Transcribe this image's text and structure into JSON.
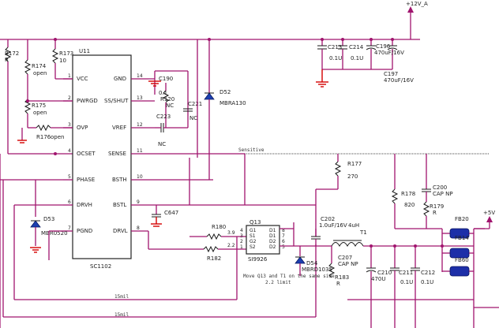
{
  "colors": {
    "wire": "#a0146e",
    "ground": "#d40000",
    "ferrite": "#1d2fa8",
    "text": "#222222"
  },
  "rails": {
    "top": "+12V_A",
    "right": "+5V"
  },
  "ic": {
    "ref": "U11",
    "part": "SC1102",
    "left_pins": [
      {
        "num": "1",
        "name": "VCC"
      },
      {
        "num": "2",
        "name": "PWRGD"
      },
      {
        "num": "3",
        "name": "OVP"
      },
      {
        "num": "4",
        "name": "OCSET"
      },
      {
        "num": "5",
        "name": "PHASE"
      },
      {
        "num": "6",
        "name": "DRVH"
      },
      {
        "num": "7",
        "name": "PGND"
      }
    ],
    "right_pins": [
      {
        "num": "14",
        "name": "GND"
      },
      {
        "num": "13",
        "name": "SS/SHUT"
      },
      {
        "num": "12",
        "name": "VREF"
      },
      {
        "num": "11",
        "name": "SENSE"
      },
      {
        "num": "10",
        "name": "BSTH"
      },
      {
        "num": "9",
        "name": "BSTL"
      },
      {
        "num": "8",
        "name": "DRVL"
      }
    ]
  },
  "mosfet": {
    "ref": "Q13",
    "part": "SI9926",
    "pins": [
      "G1",
      "S1",
      "G2",
      "S2",
      "D1",
      "D1",
      "D2",
      "D2"
    ],
    "pin_numbers": [
      "4",
      "3",
      "2",
      "1",
      "8",
      "7",
      "6",
      "5"
    ]
  },
  "resistors": [
    {
      "ref": "R172",
      "value": "R"
    },
    {
      "ref": "R173",
      "value": "10"
    },
    {
      "ref": "R174",
      "value": "open"
    },
    {
      "ref": "R175",
      "value": "open"
    },
    {
      "ref": "R176",
      "value": "open"
    },
    {
      "ref": "R177",
      "value": "270"
    },
    {
      "ref": "R178",
      "value": "820"
    },
    {
      "ref": "R179",
      "value": "R"
    },
    {
      "ref": "R180",
      "value": "3.9"
    },
    {
      "ref": "R182",
      "value": "2.2"
    },
    {
      "ref": "R183",
      "value": "R"
    },
    {
      "ref": "R120",
      "value": "NC"
    }
  ],
  "capacitors": [
    {
      "ref": "C213",
      "value": "0.1U"
    },
    {
      "ref": "C214",
      "value": "0.1U"
    },
    {
      "ref": "C196",
      "value": "470uF/16V"
    },
    {
      "ref": "C197",
      "value": "470uF/16V"
    },
    {
      "ref": "C190",
      "value": "0.1"
    },
    {
      "ref": "C221",
      "value": "NC"
    },
    {
      "ref": "C223",
      "value": "NC"
    },
    {
      "ref": "C647",
      "value": ""
    },
    {
      "ref": "C200",
      "value": "CAP NP"
    },
    {
      "ref": "C202",
      "value": "1.0uF/16V"
    },
    {
      "ref": "C207",
      "value": "CAP NP"
    },
    {
      "ref": "C211",
      "value": "0.1U"
    },
    {
      "ref": "C212",
      "value": "0.1U"
    },
    {
      "ref": "C210",
      "value": "470U"
    }
  ],
  "diodes": [
    {
      "ref": "D52",
      "part": "MBRA130"
    },
    {
      "ref": "D53",
      "part": "MBR0520"
    },
    {
      "ref": "D54",
      "part": "MBRD1035"
    }
  ],
  "inductor": {
    "ref": "T1",
    "value": "4uH"
  },
  "ferrites": [
    "FB20",
    "FB14",
    "FB60"
  ],
  "notes": {
    "sense": "Sensitive",
    "mosfet_note_1": "Move Q13 and T1 on the same side",
    "mosfet_note_2": "2.2 limit",
    "trace_1": "15mil",
    "trace_2": "15mil"
  }
}
